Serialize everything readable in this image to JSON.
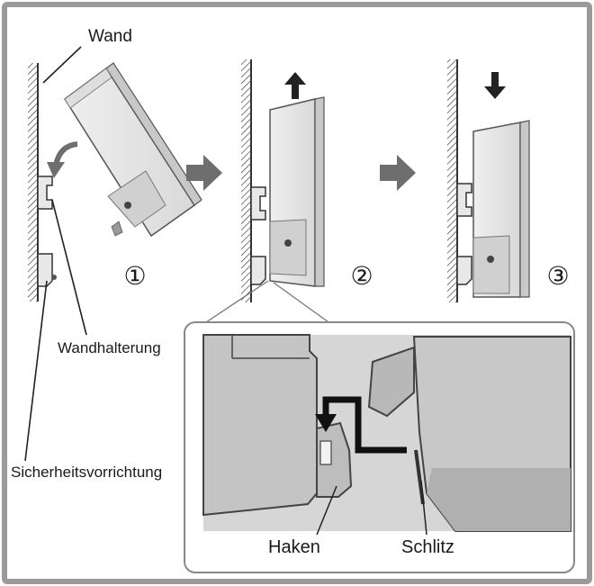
{
  "labels": {
    "wand": "Wand",
    "wandhalterung": "Wandhalterung",
    "sicherheitsvorrichtung": "Sicherheitsvorrichtung",
    "haken": "Haken",
    "schlitz": "Schlitz"
  },
  "steps": [
    "①",
    "②",
    "③"
  ],
  "colors": {
    "frame_border": "#9a9a9a",
    "device_fill": "#e6e6e6",
    "device_stroke": "#555555",
    "arrow": "#6e6e6e",
    "detail_bg": "#cfcfcf"
  }
}
